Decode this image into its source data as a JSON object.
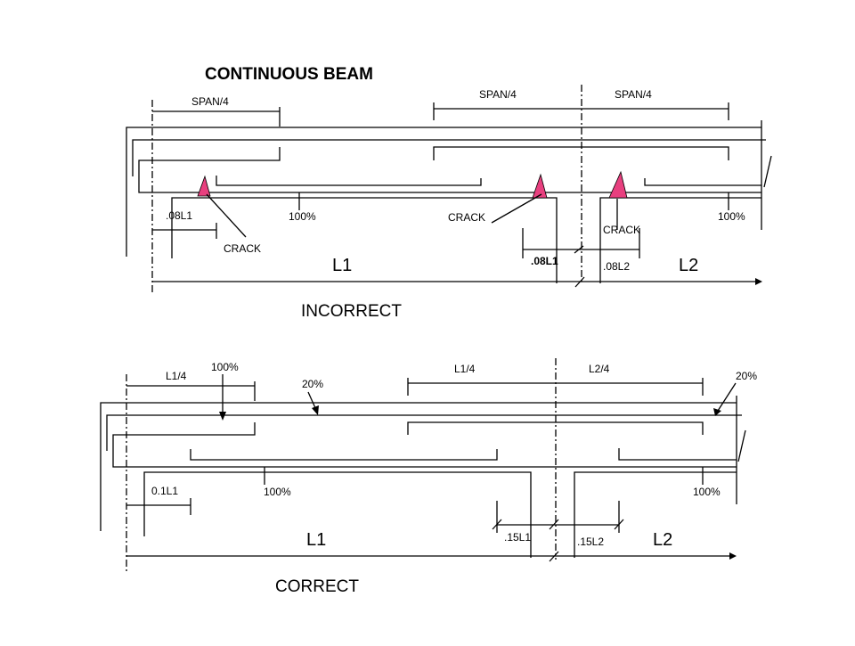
{
  "title": "CONTINUOUS BEAM",
  "incorrect": {
    "caption": "INCORRECT",
    "labels": {
      "span_left": "SPAN/4",
      "span_mid": "SPAN/4",
      "span_right": "SPAN/4",
      "dev_l1": ".08L1",
      "pct_left": "100%",
      "crack_left": "CRACK",
      "crack_mid": "CRACK",
      "crack_right": "CRACK",
      "dev_l1_mid": ".08L1",
      "dev_l2": ".08L2",
      "pct_right": "100%",
      "span_l1": "L1",
      "span_l2": "L2"
    }
  },
  "correct": {
    "caption": "CORRECT",
    "labels": {
      "quarter_l1": "L1/4",
      "pct_top_left": "100%",
      "pct_20_left": "20%",
      "quarter_l1_mid": "L1/4",
      "quarter_l2": "L2/4",
      "pct_20_right": "20%",
      "dev_01l1": "0.1L1",
      "pct_bottom_left": "100%",
      "pct_bottom_right": "100%",
      "dev_15l1": ".15L1",
      "dev_15l2": ".15L2",
      "span_l1": "L1",
      "span_l2": "L2"
    }
  },
  "colors": {
    "crack": "#e8407f",
    "line": "#000000"
  }
}
